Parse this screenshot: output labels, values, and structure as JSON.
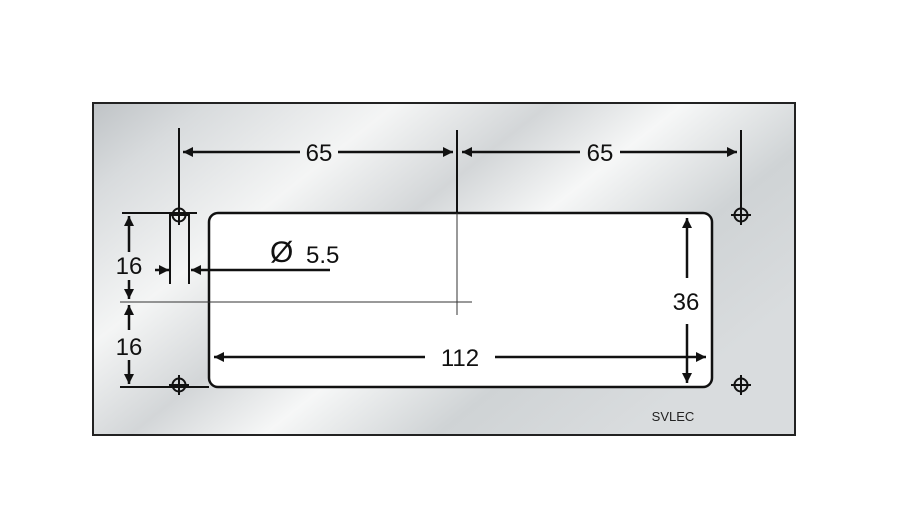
{
  "drawing": {
    "dimensions": {
      "top_left_spacing": "65",
      "top_right_spacing": "65",
      "left_upper_offset": "16",
      "left_lower_offset": "16",
      "hole_diameter": "5.5",
      "cutout_width": "112",
      "cutout_height": "36"
    },
    "diameter_symbol": "Ø",
    "brand": "SVLEC",
    "colors": {
      "plate": "#c9cdd0",
      "highlight": "#ffffff",
      "line": "#111111"
    }
  }
}
